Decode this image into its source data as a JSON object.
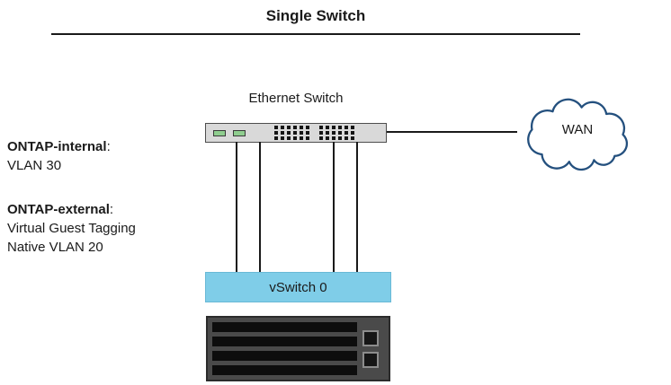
{
  "title": "Single Switch",
  "nodes": {
    "ethernet_switch": {
      "label": "Ethernet Switch"
    },
    "wan": {
      "label": "WAN"
    },
    "vswitch": {
      "label": "vSwitch 0"
    }
  },
  "annotations": {
    "internal": {
      "label": "ONTAP-internal",
      "colon": ":",
      "lines": [
        "VLAN 30"
      ]
    },
    "external": {
      "label": "ONTAP-external",
      "colon": ":",
      "lines": [
        "Virtual Guest Tagging",
        "Native VLAN 20"
      ]
    }
  },
  "colors": {
    "vswitch_fill": "#7fcde8",
    "vswitch_border": "#69b9d6",
    "cloud_stroke": "#24507e",
    "switch_fill": "#d9d9d9",
    "switch_border": "#4d4d4d",
    "port_green": "#8fce8f",
    "server_fill": "#4a4a4a",
    "server_slot": "#0d0d0d"
  }
}
